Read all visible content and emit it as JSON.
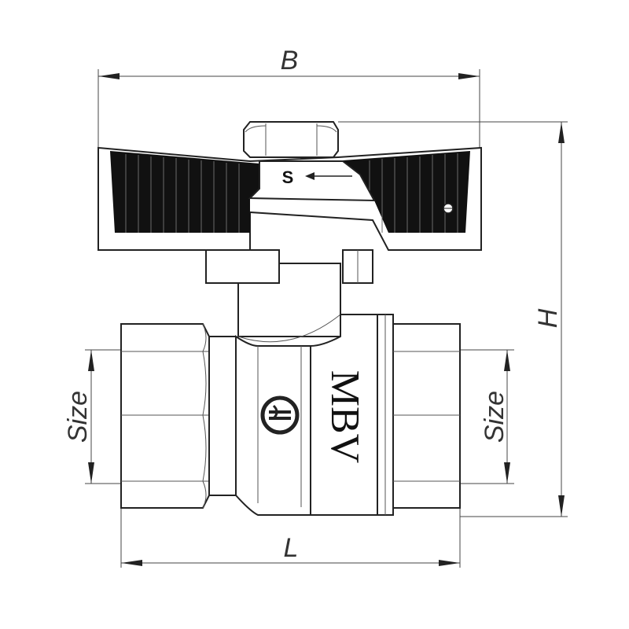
{
  "dimensions": {
    "B": "B",
    "H": "H",
    "L": "L",
    "size_left": "Size",
    "size_right": "Size"
  },
  "body": {
    "brand": "MBV",
    "logo": "mbv-logo-icon"
  },
  "handle": {
    "flow_mark": "S"
  },
  "colors": {
    "line": "#222222",
    "handle_fill": "#111111"
  }
}
